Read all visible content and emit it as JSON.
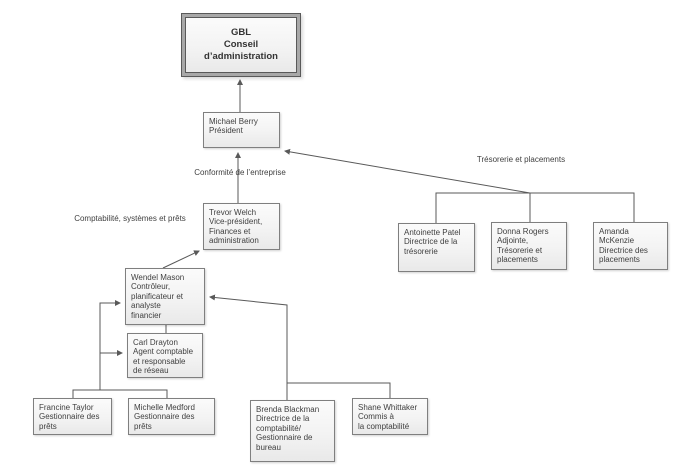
{
  "diagram_type": "org-chart",
  "colors": {
    "box_border": "#7f7f7f",
    "box_fill_top": "#fbfbfb",
    "box_fill_bottom": "#e9e9e9",
    "line": "#595959",
    "text": "#3f3f3f"
  },
  "nodes": {
    "gbl": "GBL\nConseil\nd’administration",
    "michael_berry": "Michael Berry\nPrésident",
    "trevor_welch": "Trevor Welch\nVice-président,\nFinances et\nadministration",
    "wendel_mason": "Wendel Mason\nContrôleur,\nplanificateur et\nanalyste\nfinancier",
    "carl_drayton": "Carl Drayton\nAgent comptable\net responsable\nde réseau",
    "francine_taylor": "Francine Taylor\nGestionnaire des\nprêts",
    "michelle_medford": "Michelle Medford\nGestionnaire des\nprêts",
    "brenda_blackman": "Brenda Blackman\nDirectrice de la\ncomptabilité/\nGestionnaire de\nbureau",
    "shane_whittaker": "Shane Whittaker\nCommis à\nla comptabilité",
    "antoinette_patel": "Antoinette Patel\nDirectrice de la\ntrésorerie",
    "donna_rogers": "Donna Rogers\nAdjointe,\nTrésorerie et\nplacements",
    "amanda_mckenzie": "Amanda\nMcKenzie\nDirectrice des\nplacements"
  },
  "labels": {
    "conformite": "Conformité de l’entreprise",
    "comptabilite": "Comptabilité, systèmes et prêts",
    "tresorerie": "Trésorerie et placements"
  }
}
